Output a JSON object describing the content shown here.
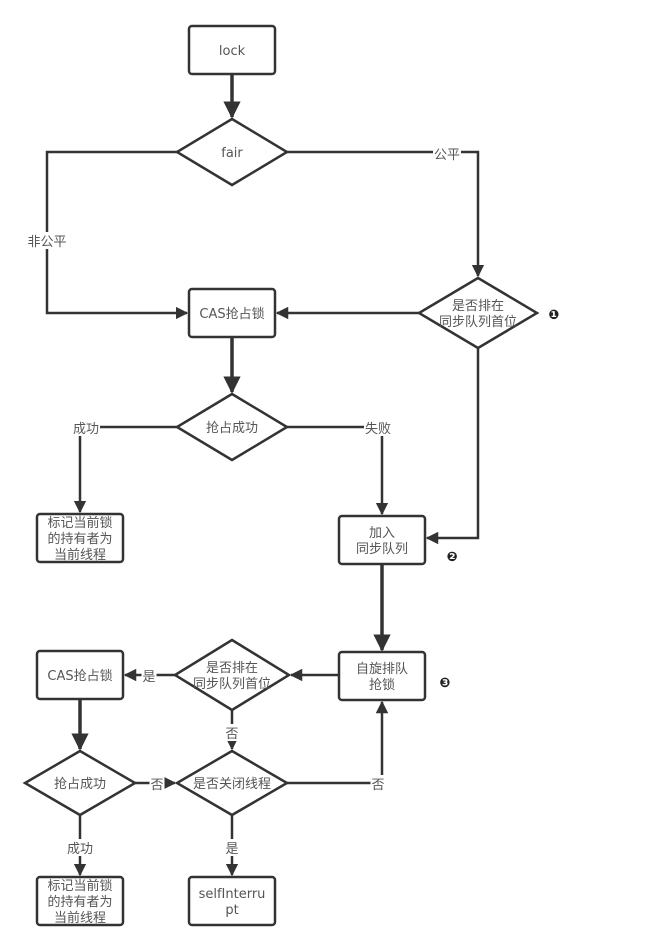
{
  "diagram": {
    "type": "flowchart",
    "nodes": {
      "lock": {
        "shape": "rect",
        "lines": [
          "lock"
        ]
      },
      "fair": {
        "shape": "diamond",
        "lines": [
          "fair"
        ]
      },
      "cas1": {
        "shape": "rect",
        "lines": [
          "CAS抢占锁"
        ]
      },
      "first1": {
        "shape": "diamond",
        "lines": [
          "是否排在",
          "同步队列首位"
        ]
      },
      "success1": {
        "shape": "diamond",
        "lines": [
          "抢占成功"
        ]
      },
      "mark1": {
        "shape": "rect",
        "lines": [
          "标记当前锁",
          "的持有者为",
          "当前线程"
        ]
      },
      "enqueue": {
        "shape": "rect",
        "lines": [
          "加入",
          "同步队列"
        ]
      },
      "spin": {
        "shape": "rect",
        "lines": [
          "自旋排队",
          "抢锁"
        ]
      },
      "first2": {
        "shape": "diamond",
        "lines": [
          "是否排在",
          "同步队列首位"
        ]
      },
      "cas2": {
        "shape": "rect",
        "lines": [
          "CAS抢占锁"
        ]
      },
      "success2": {
        "shape": "diamond",
        "lines": [
          "抢占成功"
        ]
      },
      "closed": {
        "shape": "diamond",
        "lines": [
          "是否关闭线程"
        ]
      },
      "mark2": {
        "shape": "rect",
        "lines": [
          "标记当前锁",
          "的持有者为",
          "当前线程"
        ]
      },
      "interrupt": {
        "shape": "rect",
        "lines": [
          "selfInterru",
          "pt"
        ]
      }
    },
    "edges": [
      {
        "from": "lock",
        "to": "fair",
        "label": ""
      },
      {
        "from": "fair",
        "to": "cas1",
        "label": "非公平"
      },
      {
        "from": "fair",
        "to": "first1",
        "label": "公平"
      },
      {
        "from": "first1",
        "to": "cas1",
        "label": ""
      },
      {
        "from": "first1",
        "to": "enqueue",
        "label": ""
      },
      {
        "from": "cas1",
        "to": "success1",
        "label": ""
      },
      {
        "from": "success1",
        "to": "mark1",
        "label": "成功"
      },
      {
        "from": "success1",
        "to": "enqueue",
        "label": "失败"
      },
      {
        "from": "enqueue",
        "to": "spin",
        "label": ""
      },
      {
        "from": "spin",
        "to": "first2",
        "label": ""
      },
      {
        "from": "first2",
        "to": "cas2",
        "label": "是"
      },
      {
        "from": "first2",
        "to": "closed",
        "label": "否"
      },
      {
        "from": "cas2",
        "to": "success2",
        "label": ""
      },
      {
        "from": "success2",
        "to": "closed",
        "label": "否"
      },
      {
        "from": "success2",
        "to": "mark2",
        "label": "成功"
      },
      {
        "from": "closed",
        "to": "spin",
        "label": "否"
      },
      {
        "from": "closed",
        "to": "interrupt",
        "label": "是"
      }
    ],
    "annotations": [
      {
        "near": "first1",
        "text": "❶"
      },
      {
        "near": "enqueue",
        "text": "❷"
      },
      {
        "near": "spin",
        "text": "❸"
      }
    ],
    "colors": {
      "stroke": "#333333",
      "text": "#555555",
      "background": "#ffffff"
    }
  }
}
